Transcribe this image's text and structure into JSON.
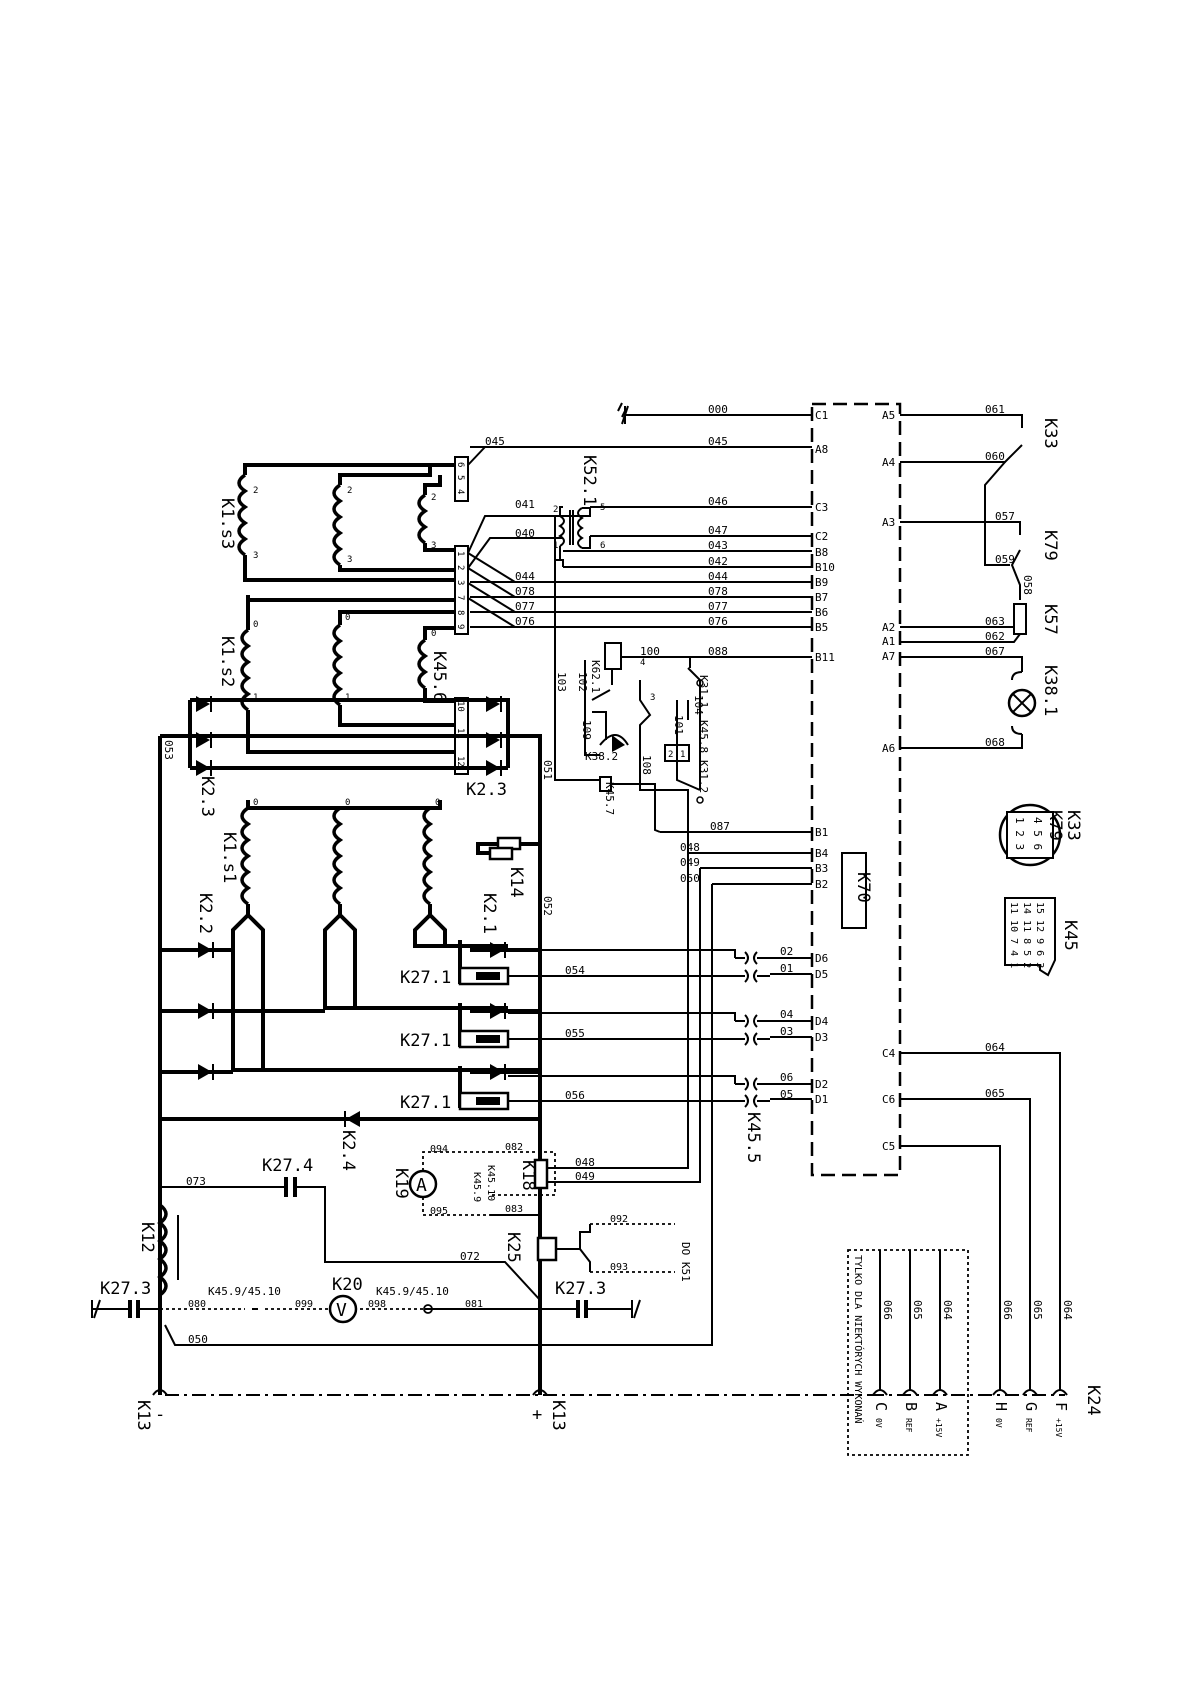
{
  "diagram": {
    "wire_labels": [
      "000",
      "045",
      "046",
      "047",
      "043",
      "042",
      "044",
      "078",
      "077",
      "076",
      "041",
      "040",
      "100",
      "088",
      "102",
      "103",
      "104",
      "101",
      "109",
      "108",
      "087",
      "048",
      "049",
      "050",
      "051",
      "052",
      "053",
      "054",
      "055",
      "056",
      "073",
      "072",
      "082",
      "083",
      "094",
      "095",
      "092",
      "093",
      "080",
      "099",
      "098",
      "081",
      "061",
      "060",
      "057",
      "059",
      "058",
      "063",
      "062",
      "067",
      "068",
      "064",
      "065",
      "066",
      "02",
      "01",
      "04",
      "03",
      "06",
      "05"
    ],
    "components": {
      "k1s3": "K1.s3",
      "k1s2": "K1.s2",
      "k1s1": "K1.s1",
      "k2_3a": "K2.3",
      "k2_3b": "K2.3",
      "k2_2": "K2.2",
      "k2_1": "K2.1",
      "k2_4": "K2.4",
      "k14": "K14",
      "k27_1": "K27.1",
      "k27_4": "K27.4",
      "k27_3": "K27.3",
      "k12": "K12",
      "k13": "K13",
      "k18": "K18",
      "k19": "K19",
      "k25": "K25",
      "k20": "K20",
      "k45_5": "K45.5",
      "k45_6": "K45.6",
      "k45_7": "K45.7",
      "k45_8": "K45.8",
      "k45_9": "K45.9",
      "k45_10": "K45.10",
      "k45_9_10": "K45.9/45.10",
      "k52_1": "K52.1",
      "k62_1": "K62.1",
      "k38_2": "K38.2",
      "k38_1": "K38.1",
      "k31_1": "K31.1",
      "k31_2": "K31.2",
      "k33": "K33",
      "k79": "K79",
      "k57": "K57",
      "k70": "K70",
      "k24": "K24",
      "k45": "K45",
      "do_k51": "DO K51",
      "k33_k79": "K33\nK79"
    },
    "k70_pins_left": [
      "C1",
      "A8",
      "C3",
      "C2",
      "B8",
      "B10",
      "B9",
      "B7",
      "B6",
      "B5",
      "B11",
      "B1",
      "B4",
      "B3",
      "B2",
      "D6",
      "D5",
      "D4",
      "D3",
      "D2",
      "D1"
    ],
    "k70_pins_right": [
      "A5",
      "A4",
      "A3",
      "A2",
      "A1",
      "A7",
      "A6",
      "C4",
      "C6",
      "C5"
    ],
    "k24_terminals": [
      "C",
      "B",
      "A",
      "H",
      "G",
      "F"
    ],
    "k24_signals": [
      "0V",
      "REF",
      "+15V",
      "0V",
      "REF",
      "+15V"
    ],
    "k24_wires_box": [
      "066",
      "065",
      "064"
    ],
    "note": "TYLKO DLA NIEKTÓRYCH WYKONAŃ",
    "k45_pins": [
      "11 10 7 4 1",
      "14 11 8 5 2",
      "15 12 9 6 3"
    ],
    "k33_k79_pins": [
      "4 5 6",
      "1 2 3"
    ],
    "k1_terminals": {
      "s3": [
        "2",
        "3"
      ],
      "s2": [
        "0",
        "1"
      ],
      "s1": [
        "0"
      ]
    },
    "block_pins": [
      "6",
      "5",
      "4",
      "1",
      "2",
      "3",
      "7",
      "8",
      "9",
      "10",
      "11",
      "12"
    ],
    "k52_pins": [
      "5",
      "6",
      "2",
      "1"
    ],
    "relay_pins": [
      "1",
      "2",
      "3",
      "4"
    ],
    "polarity": [
      "-",
      "+"
    ]
  }
}
